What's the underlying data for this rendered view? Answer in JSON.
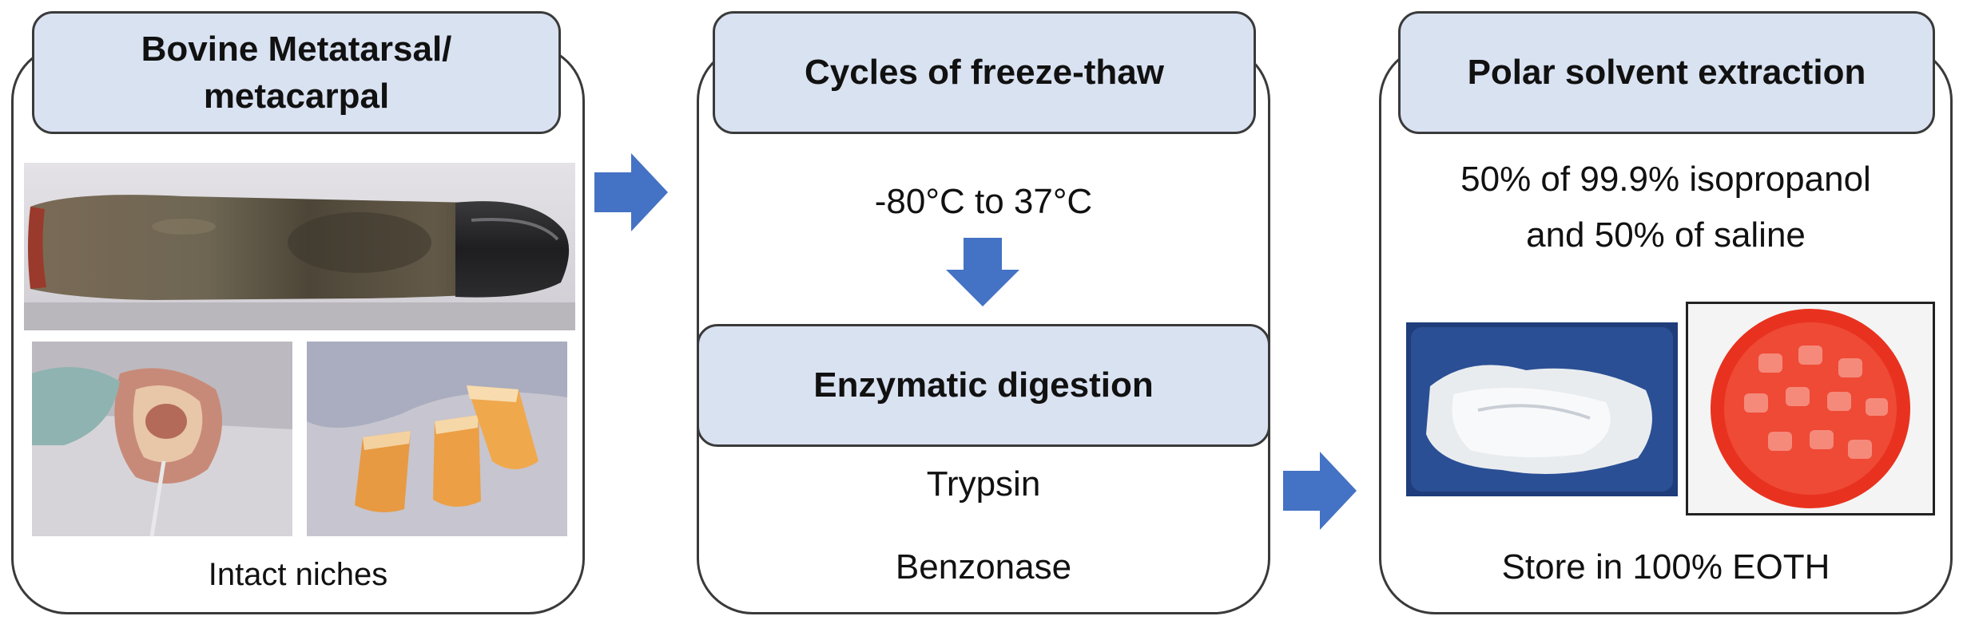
{
  "panels": [
    {
      "header": "Bovine Metatarsal/\nmetacarpal",
      "caption": "Intact niches"
    },
    {
      "header": "Cycles of freeze-thaw",
      "temperature": "-80°C to 37°C",
      "subheader": "Enzymatic digestion",
      "reagents": [
        "Trypsin",
        "Benzonase"
      ]
    },
    {
      "header": "Polar solvent extraction",
      "solvent_line1": "50% of 99.9% isopropanol",
      "solvent_line2": "and 50% of saline",
      "storage": "Store in 100% EOTH"
    }
  ],
  "colors": {
    "header_fill": "#d9e2f1",
    "arrow_fill": "#4472c4",
    "border": "#3a3a3a",
    "dish_red": "#e8321f"
  },
  "icons": [
    "right-arrow-icon",
    "down-arrow-icon"
  ]
}
